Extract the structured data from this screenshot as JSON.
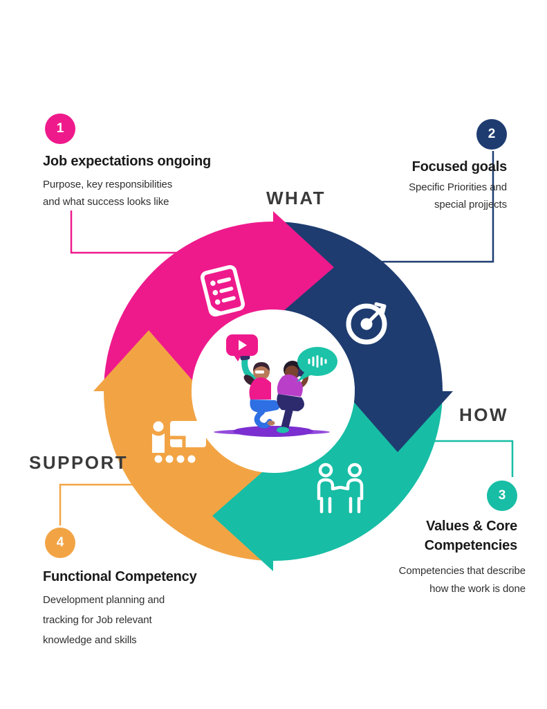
{
  "colors": {
    "pink": "#EE1A8C",
    "navy": "#1E3C70",
    "teal": "#17BDA5",
    "orange": "#F2A445",
    "title_text": "#1A1A1A",
    "body_text": "#2F2F2F",
    "label_text": "#3A3A3A",
    "background": "#FFFFFF"
  },
  "direction_labels": {
    "what": "WHAT",
    "how": "HOW",
    "support": "SUPPORT"
  },
  "steps": [
    {
      "number": "1",
      "title": "Job expectations ongoing",
      "description_lines": [
        "Purpose, key responsibilities",
        "and what success looks like"
      ],
      "color": "#EE1A8C",
      "icon": "document-list-icon"
    },
    {
      "number": "2",
      "title": "Focused goals",
      "description_lines": [
        "Specific Priorities and",
        "special projjects"
      ],
      "color": "#1E3C70",
      "icon": "target-icon"
    },
    {
      "number": "3",
      "title": "Values & Core Competencies",
      "title_lines": [
        "Values & Core",
        "Competencies"
      ],
      "description_lines": [
        "Competencies that describe",
        "how the work is done"
      ],
      "color": "#17BDA5",
      "icon": "handshake-icon"
    },
    {
      "number": "4",
      "title": "Functional Competency",
      "description_lines": [
        "Development planning and",
        "tracking for Job relevant",
        "knowledge and skills"
      ],
      "color": "#F2A445",
      "icon": "presentation-icon"
    }
  ],
  "center_illustration": {
    "elements": [
      "video-play-bubble",
      "voice-message-bubble",
      "two-people-with-phones"
    ]
  }
}
